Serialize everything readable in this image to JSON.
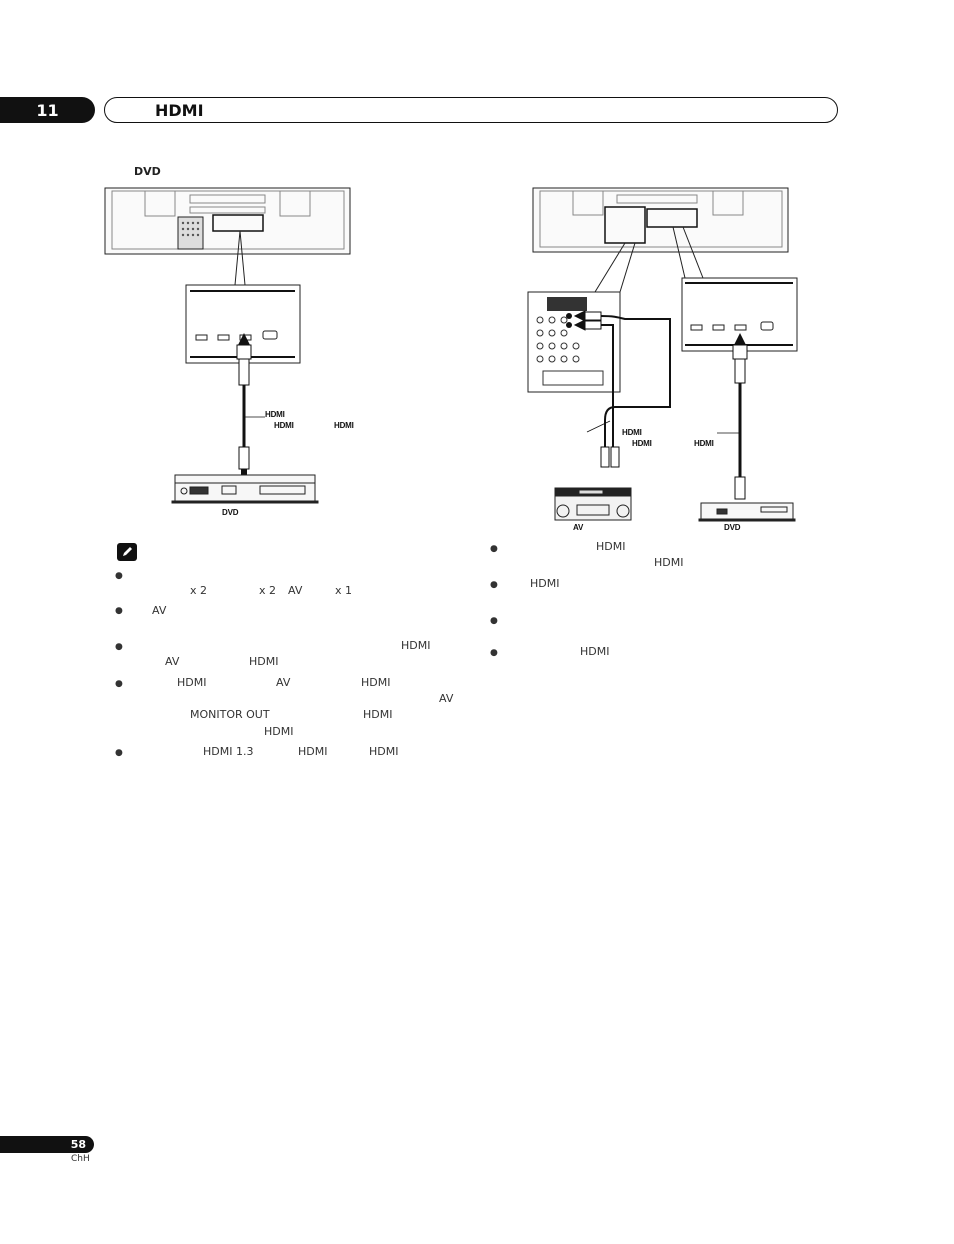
{
  "header": {
    "chapter_number": "11",
    "title": "HDMI"
  },
  "section": {
    "title": "DVD"
  },
  "diagram_left": {
    "labels": {
      "hdmi_1": "HDMI",
      "hdmi_2": "HDMI",
      "hdmi_3": "HDMI",
      "dvd": "DVD"
    }
  },
  "diagram_right": {
    "labels": {
      "hdmi_1": "HDMI",
      "hdmi_2": "HDMI",
      "hdmi_3": "HDMI",
      "av": "AV",
      "dvd": "DVD"
    }
  },
  "notes": {
    "icon": "pencil-note-icon",
    "left": [
      {
        "fragments": [
          "x 2",
          "x 2",
          "AV",
          "x 1"
        ]
      },
      {
        "fragments": [
          "AV"
        ]
      },
      {
        "fragments": [
          "HDMI",
          "AV",
          "HDMI"
        ]
      },
      {
        "fragments": [
          "HDMI",
          "AV",
          "HDMI",
          "AV",
          "MONITOR OUT",
          "HDMI",
          "HDMI"
        ]
      },
      {
        "fragments": [
          "HDMI 1.3",
          "HDMI",
          "HDMI"
        ]
      }
    ],
    "right": [
      {
        "fragments": [
          "HDMI",
          "HDMI"
        ]
      },
      {
        "fragments": [
          "HDMI"
        ]
      },
      {
        "fragments": []
      },
      {
        "fragments": [
          "HDMI"
        ]
      }
    ]
  },
  "footer": {
    "page_number": "58",
    "language": "ChH"
  }
}
